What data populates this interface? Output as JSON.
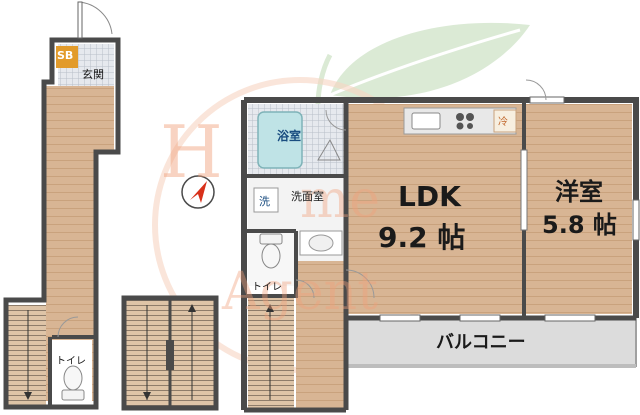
{
  "rooms": {
    "ldk_name": "LDK",
    "ldk_size": "9.2 帖",
    "western_name": "洋室",
    "western_size": "5.8 帖",
    "bath": "浴室",
    "washroom": "洗面室",
    "toilet_main": "トイレ",
    "toilet_lower": "トイレ",
    "entrance": "玄関",
    "balcony": "バルコニー"
  },
  "symbols": {
    "shoe_box": "SB",
    "washer": "洗",
    "fridge": "冷"
  },
  "icons": {
    "north": "north-arrow-icon",
    "watermark": "home-agent-logo"
  },
  "watermark": {
    "letter_1": "H",
    "letter_2": "me",
    "line_2": "Agent"
  },
  "colors": {
    "floor": "#d8b594",
    "wall": "#4a4a4a",
    "balcony": "#dcdcdc",
    "stairs": "#dec4a7",
    "shoe_box": "#e29b2b",
    "watermark_orange": "#f1a07a",
    "leaf": "#cfe3c8",
    "tile": "#c9ced6",
    "bathtub": "#bfe3e6",
    "north_arrow": "#d8301a"
  }
}
